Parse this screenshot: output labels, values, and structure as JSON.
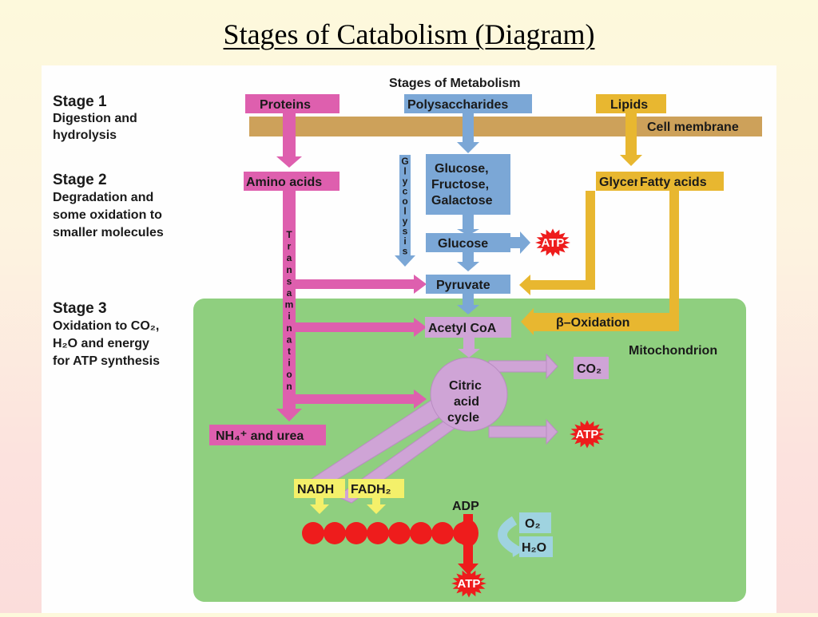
{
  "slide_title": "Stages of Catabolism (Diagram)",
  "diagram": {
    "heading": "Stages of Metabolism",
    "stages": [
      {
        "title": "Stage 1",
        "desc": [
          "Digestion and",
          "hydrolysis"
        ]
      },
      {
        "title": "Stage 2",
        "desc": [
          "Degradation and",
          "some oxidation to",
          "smaller molecules"
        ]
      },
      {
        "title": "Stage 3",
        "desc": [
          "Oxidation to CO₂,",
          "H₂O and energy",
          "for ATP synthesis"
        ]
      }
    ],
    "membrane_label": "Cell membrane",
    "mitochondrion_label": "Mitochondrion",
    "nodes": {
      "proteins": "Proteins",
      "polysaccharides": "Polysaccharides",
      "lipids": "Lipids",
      "amino_acids": "Amino acids",
      "monosaccharides": [
        "Glucose,",
        "Fructose,",
        "Galactose"
      ],
      "glycerol": "Glycerol",
      "fatty_acids": "Fatty acids",
      "glucose": "Glucose",
      "pyruvate": "Pyruvate",
      "acetyl_coa": "Acetyl CoA",
      "beta_oxidation": "β–Oxidation",
      "citric_acid_cycle": [
        "Citric",
        "acid",
        "cycle"
      ],
      "co2": "CO₂",
      "nh4_urea": "NH₄⁺ and urea",
      "nadh": "NADH",
      "fadh2": "FADH₂",
      "adp": "ADP",
      "o2": "O₂",
      "h2o": "H₂O",
      "atp": "ATP"
    },
    "vertical_labels": {
      "glycolysis": [
        "G",
        "l",
        "y",
        "c",
        "o",
        "l",
        "y",
        "s",
        "i",
        "s"
      ],
      "transamination": [
        "T",
        "r",
        "a",
        "n",
        "s",
        "a",
        "m",
        "i",
        "n",
        "a",
        "t",
        "i",
        "o",
        "n"
      ]
    },
    "colors": {
      "protein": "#de5fae",
      "carb": "#7ba7d6",
      "lipid": "#e8b730",
      "membrane": "#cda15a",
      "mito": "#8fcf7f",
      "citric": "#cfa4d6",
      "chain": "#ee1c1c",
      "nadh": "#f4f06a",
      "oxygen": "#9fd3e0"
    }
  }
}
